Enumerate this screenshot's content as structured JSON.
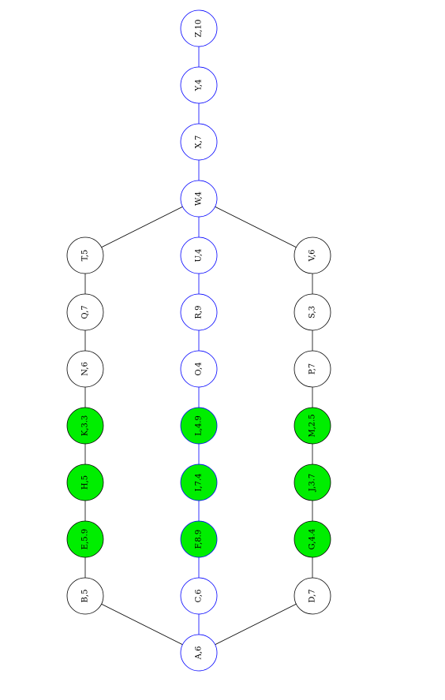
{
  "colors": {
    "highlight_fill": "#00ee00",
    "default_fill": "#ffffff",
    "path_stroke": "#0000ff",
    "default_stroke": "#000000",
    "edge_default": "#000000",
    "edge_path": "#0000ff"
  },
  "nodes": [
    {
      "id": "A",
      "label": "A,6",
      "on_path": true,
      "highlighted": false
    },
    {
      "id": "B",
      "label": "B,5",
      "on_path": false,
      "highlighted": false
    },
    {
      "id": "C",
      "label": "C,6",
      "on_path": true,
      "highlighted": false
    },
    {
      "id": "D",
      "label": "D,7",
      "on_path": false,
      "highlighted": false
    },
    {
      "id": "E",
      "label": "E,5.9",
      "on_path": false,
      "highlighted": true
    },
    {
      "id": "F",
      "label": "F,8.9",
      "on_path": true,
      "highlighted": true
    },
    {
      "id": "G",
      "label": "G,4.4",
      "on_path": false,
      "highlighted": true
    },
    {
      "id": "H",
      "label": "H,5",
      "on_path": false,
      "highlighted": true
    },
    {
      "id": "I",
      "label": "I,7.4",
      "on_path": true,
      "highlighted": true
    },
    {
      "id": "J",
      "label": "J,3.7",
      "on_path": false,
      "highlighted": true
    },
    {
      "id": "K",
      "label": "K,3.3",
      "on_path": false,
      "highlighted": true
    },
    {
      "id": "L",
      "label": "L,4.9",
      "on_path": true,
      "highlighted": true
    },
    {
      "id": "M",
      "label": "M,2.5",
      "on_path": false,
      "highlighted": true
    },
    {
      "id": "N",
      "label": "N,6",
      "on_path": false,
      "highlighted": false
    },
    {
      "id": "O",
      "label": "O,4",
      "on_path": true,
      "highlighted": false
    },
    {
      "id": "P",
      "label": "P,7",
      "on_path": false,
      "highlighted": false
    },
    {
      "id": "Q",
      "label": "Q,7",
      "on_path": false,
      "highlighted": false
    },
    {
      "id": "R",
      "label": "R,9",
      "on_path": true,
      "highlighted": false
    },
    {
      "id": "S",
      "label": "S,3",
      "on_path": false,
      "highlighted": false
    },
    {
      "id": "T",
      "label": "T,5",
      "on_path": false,
      "highlighted": false
    },
    {
      "id": "U",
      "label": "U,4",
      "on_path": true,
      "highlighted": false
    },
    {
      "id": "V",
      "label": "V,6",
      "on_path": false,
      "highlighted": false
    },
    {
      "id": "W",
      "label": "W,4",
      "on_path": true,
      "highlighted": false
    },
    {
      "id": "X",
      "label": "X,7",
      "on_path": true,
      "highlighted": false
    },
    {
      "id": "Y",
      "label": "Y,4",
      "on_path": true,
      "highlighted": false
    },
    {
      "id": "Z",
      "label": "Z,10",
      "on_path": true,
      "highlighted": false
    }
  ],
  "edges": [
    {
      "from": "A",
      "to": "B",
      "on_path": false
    },
    {
      "from": "A",
      "to": "C",
      "on_path": true
    },
    {
      "from": "A",
      "to": "D",
      "on_path": false
    },
    {
      "from": "B",
      "to": "E",
      "on_path": false
    },
    {
      "from": "C",
      "to": "F",
      "on_path": true
    },
    {
      "from": "D",
      "to": "G",
      "on_path": false
    },
    {
      "from": "E",
      "to": "H",
      "on_path": false
    },
    {
      "from": "F",
      "to": "I",
      "on_path": true
    },
    {
      "from": "G",
      "to": "J",
      "on_path": false
    },
    {
      "from": "H",
      "to": "K",
      "on_path": false
    },
    {
      "from": "I",
      "to": "L",
      "on_path": true
    },
    {
      "from": "J",
      "to": "M",
      "on_path": false
    },
    {
      "from": "K",
      "to": "N",
      "on_path": false
    },
    {
      "from": "L",
      "to": "O",
      "on_path": true
    },
    {
      "from": "M",
      "to": "P",
      "on_path": false
    },
    {
      "from": "N",
      "to": "Q",
      "on_path": false
    },
    {
      "from": "O",
      "to": "R",
      "on_path": true
    },
    {
      "from": "P",
      "to": "S",
      "on_path": false
    },
    {
      "from": "Q",
      "to": "T",
      "on_path": false
    },
    {
      "from": "R",
      "to": "U",
      "on_path": true
    },
    {
      "from": "S",
      "to": "V",
      "on_path": false
    },
    {
      "from": "T",
      "to": "W",
      "on_path": false
    },
    {
      "from": "U",
      "to": "W",
      "on_path": true
    },
    {
      "from": "V",
      "to": "W",
      "on_path": false
    },
    {
      "from": "W",
      "to": "X",
      "on_path": true
    },
    {
      "from": "X",
      "to": "Y",
      "on_path": true
    },
    {
      "from": "Y",
      "to": "Z",
      "on_path": true
    }
  ]
}
